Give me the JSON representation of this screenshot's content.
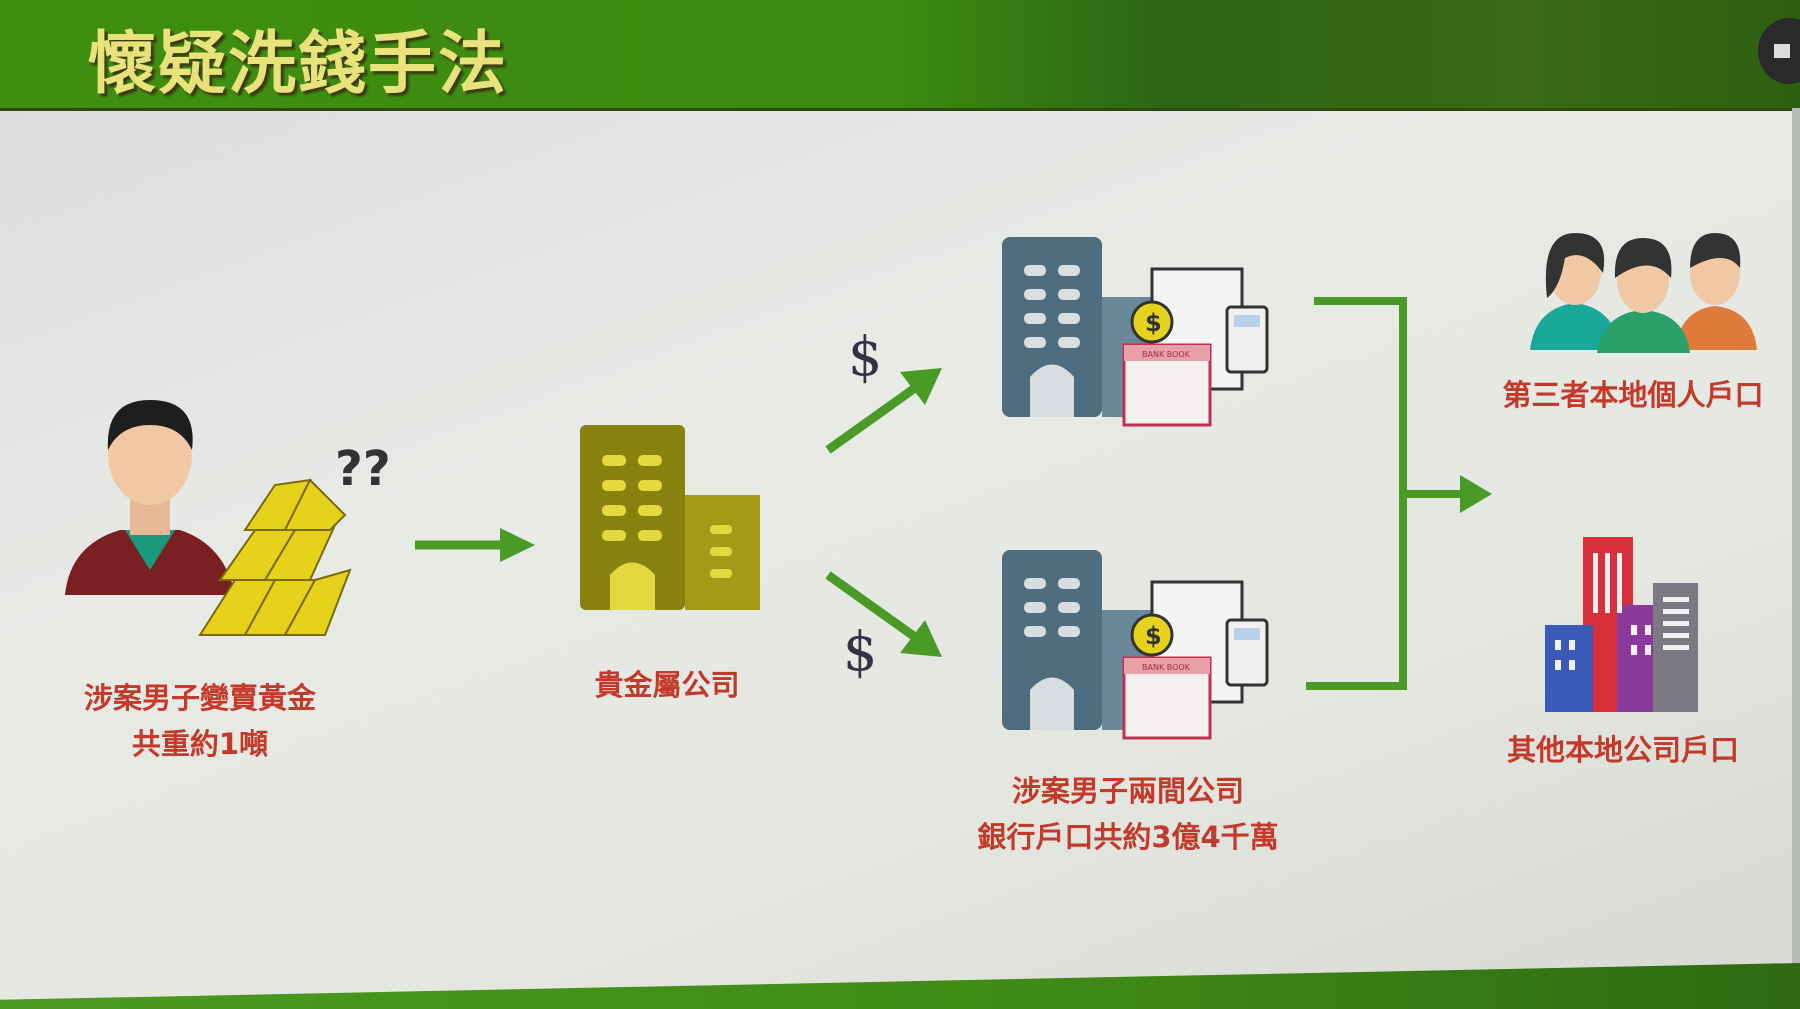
{
  "header": {
    "title": "懷疑洗錢手法"
  },
  "nodes": {
    "suspect": {
      "line1": "涉案男子變賣黃金",
      "line2": "共重約1噸"
    },
    "metal_company": {
      "label": "貴金屬公司"
    },
    "companies": {
      "line1": "涉案男子兩間公司",
      "line2": "銀行戶口共約3億4千萬"
    },
    "individuals": {
      "label": "第三者本地個人戶口"
    },
    "local_companies": {
      "label": "其他本地公司戶口"
    }
  },
  "symbols": {
    "dollar": "$",
    "question": "??",
    "bank_book": "BANK BOOK"
  },
  "colors": {
    "header_green": "#3f8f12",
    "title_yellow": "#e8e27a",
    "label_red": "#c43a2a",
    "arrow_green": "#4a9a28"
  }
}
